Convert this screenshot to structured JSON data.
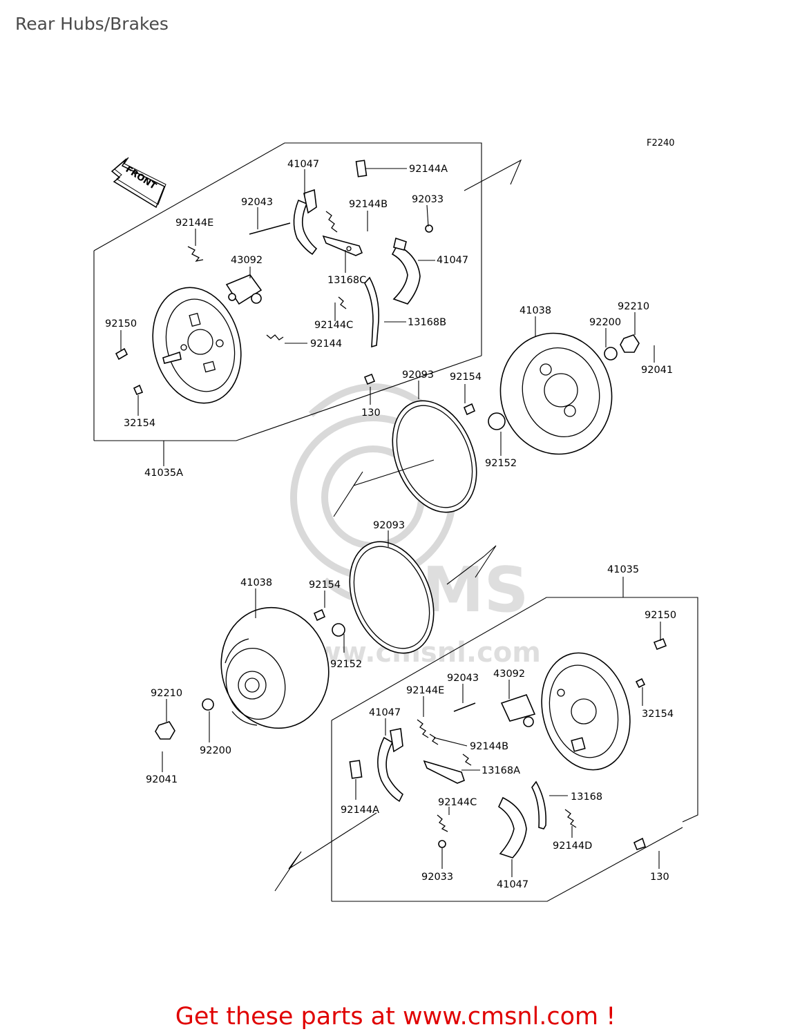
{
  "page": {
    "title": "Rear Hubs/Brakes",
    "diagram_code": "F2240"
  },
  "direction_marker": {
    "text": "FRONT",
    "icon": "front-arrow-icon"
  },
  "watermark": {
    "text": "www.cmsnl.com",
    "logo_text": "CMS",
    "icon": "cms-logo-watermark-icon"
  },
  "callouts": {
    "a41047": "41047",
    "a92144A": "92144A",
    "a92043": "92043",
    "a92144B": "92144B",
    "a92033": "92033",
    "a92144E": "92144E",
    "a43092": "43092",
    "a13168C": "13168C",
    "a41047b": "41047",
    "a92150": "92150",
    "a92144C": "92144C",
    "a13168B": "13168B",
    "a92144": "92144",
    "a32154": "32154",
    "a130": "130",
    "a41035A": "41035A",
    "a92093": "92093",
    "a92154": "92154",
    "a41038": "41038",
    "a92200": "92200",
    "a92210": "92210",
    "a92041": "92041",
    "a92152": "92152",
    "b92093": "92093",
    "b41035": "41035",
    "b41038": "41038",
    "b92154": "92154",
    "b92150": "92150",
    "b92152": "92152",
    "b92043": "92043",
    "b43092": "43092",
    "b92144E": "92144E",
    "b32154": "32154",
    "b92210": "92210",
    "b41047": "41047",
    "b92144B": "92144B",
    "b92200": "92200",
    "b13168A": "13168A",
    "b92041": "92041",
    "b92144A": "92144A",
    "b92144C": "92144C",
    "b13168": "13168",
    "b92144D": "92144D",
    "b92033": "92033",
    "b41047b": "41047",
    "b130": "130"
  },
  "footer": {
    "text": "Get these parts at www.cmsnl.com !"
  }
}
